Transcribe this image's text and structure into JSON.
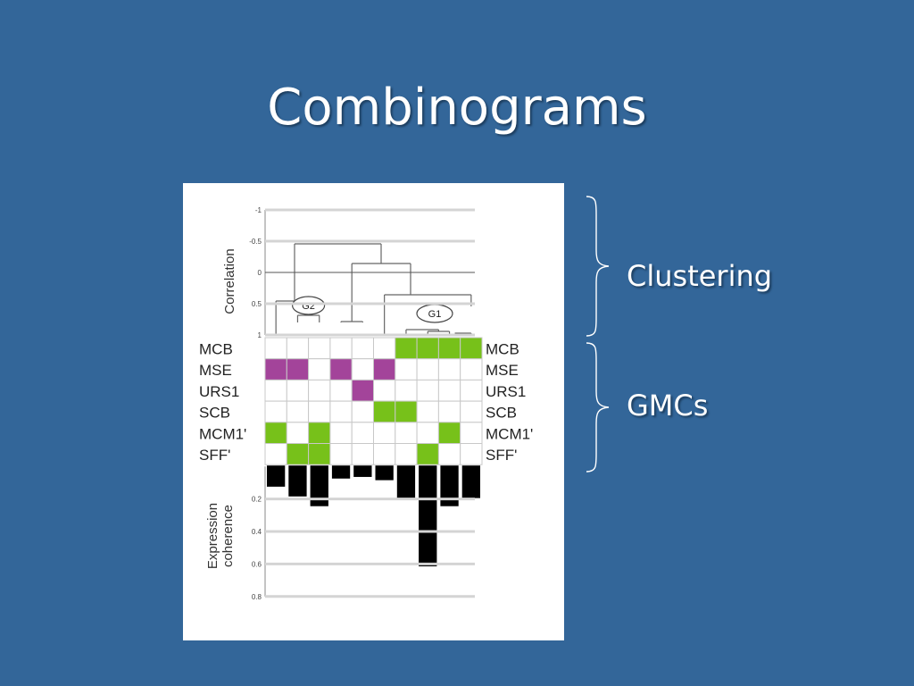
{
  "slide": {
    "title": "Combinograms"
  },
  "annotations": {
    "top_label": "Clustering",
    "bottom_label": "GMCs"
  },
  "figure": {
    "correlation_axis_label": "Correlation",
    "coherence_axis_label": [
      "Expression",
      "coherence"
    ],
    "correlation_ticks": [
      "-1",
      "-0.5",
      "0",
      "0.5",
      "1"
    ],
    "coherence_ticks": [
      "0.2",
      "0.4",
      "0.6",
      "0.8"
    ],
    "group_labels": [
      "G2",
      "G1"
    ],
    "motifs": [
      "MCB",
      "MSE",
      "URS1",
      "SCB",
      "MCM1'",
      "SFF'"
    ],
    "grid": [
      [
        "",
        "",
        "",
        "",
        "",
        "",
        "green",
        "green",
        "green",
        "green"
      ],
      [
        "magenta",
        "magenta",
        "",
        "magenta",
        "",
        "magenta",
        "",
        "",
        "",
        ""
      ],
      [
        "",
        "",
        "",
        "",
        "magenta",
        "",
        "",
        "",
        "",
        ""
      ],
      [
        "",
        "",
        "",
        "",
        "",
        "green",
        "green",
        "",
        "",
        ""
      ],
      [
        "green",
        "",
        "green",
        "",
        "",
        "",
        "",
        "",
        "green",
        ""
      ],
      [
        "",
        "green",
        "green",
        "",
        "",
        "",
        "",
        "green",
        "",
        ""
      ]
    ],
    "coherence_values": [
      0.13,
      0.19,
      0.25,
      0.08,
      0.07,
      0.09,
      0.21,
      0.62,
      0.25,
      0.2
    ],
    "colors": {
      "magenta": "#a3449a",
      "green": "#77c11a",
      "bar": "#000000"
    }
  }
}
